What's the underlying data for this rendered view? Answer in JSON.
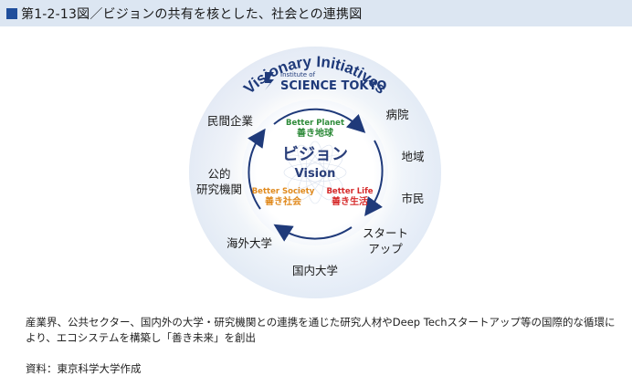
{
  "title": "第1-2-13図／ビジョンの共有を核とした、社会との連携図",
  "arc_title": "Visionary Initiatives",
  "logo": {
    "line1": "Institute of",
    "line2": "SCIENCE TOKYO"
  },
  "core": {
    "planet_en": "Better Planet",
    "planet_jp": "善き地球",
    "vision_jp": "ビジョン",
    "vision_en": "Vision",
    "society_en": "Better Society",
    "society_jp": "善き社会",
    "life_en": "Better Life",
    "life_jp": "善き生活",
    "colors": {
      "planet": "#2e8b3a",
      "society": "#e08a1e",
      "life": "#d62a2a",
      "vision": "#2a3f7a"
    }
  },
  "stakeholders": {
    "private": "民間企業",
    "public_line1": "公的",
    "public_line2": "研究機関",
    "overseas": "海外大学",
    "domestic": "国内大学",
    "startup_line1": "スタート",
    "startup_line2": "アップ",
    "citizen": "市民",
    "region": "地域",
    "hospital": "病院"
  },
  "caption": "産業界、公共セクター、国内外の大学・研究機関との連携を通じた研究人材やDeep Techスタートアップ等の国際的な循環により、エコシステムを構築し「善き未来」を創出",
  "source": "資料：東京科学大学作成",
  "colors": {
    "accent": "#1f4e9c",
    "titlebar": "#dce6f2",
    "arrow": "#1f3a7a"
  }
}
